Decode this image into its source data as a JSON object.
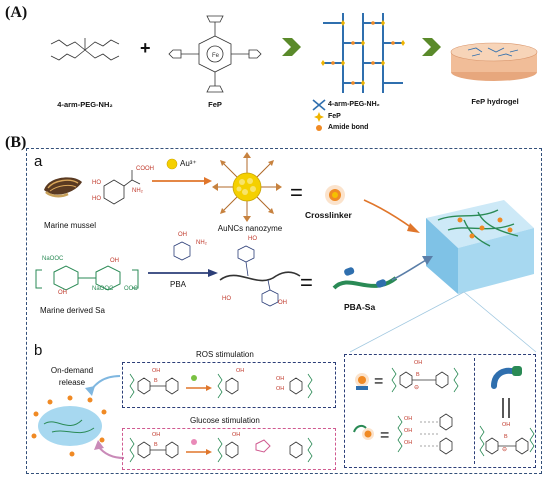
{
  "panel_a": {
    "label": "(A)",
    "plus": "+",
    "reactant1": "4-arm-PEG-NH₂",
    "reactant2": "FeP",
    "product": "FeP hydrogel",
    "legend": [
      {
        "text": "4-arm-PEG-NH₂"
      },
      {
        "text": "FeP"
      },
      {
        "text": "Amide bond"
      }
    ]
  },
  "panel_b": {
    "label": "(B)",
    "sub_a": "a",
    "sub_b": "b",
    "mussel_label": "Marine mussel",
    "dopa_groups": {
      "cooh": "COOH",
      "nh2": "NH₂",
      "ho1": "HO",
      "ho2": "HO"
    },
    "au_label": "Au³⁺",
    "nanozyme_label": "AuNCs nanozyme",
    "crosslinker_label": "Crosslinker",
    "sa_label": "Marine derived Sa",
    "sa_groups": {
      "naooc1": "NaOOC",
      "naooc2": "NaOOC",
      "oh1": "OH",
      "oh2": "OH",
      "ooc": "OOC"
    },
    "pba_reagent": "PBA",
    "pba_groups": {
      "oh": "OH",
      "nh2": "NH₂",
      "ho": "HO",
      "ho2": "HO",
      "oh2": "OH"
    },
    "pba_sa_label": "PBA-Sa",
    "equals": "=",
    "ros_label": "ROS stimulation",
    "glucose_label": "Glucose stimulation",
    "release_label_1": "On-demand",
    "release_label_2": "release",
    "bond_groups": {
      "oh": "OH",
      "b": "B",
      "minus": "⊖"
    }
  },
  "colors": {
    "chevron_green": "#5a8a2a",
    "peg_blue": "#2f6fae",
    "fep_gold": "#f0b400",
    "amide_orange": "#f08a24",
    "hydrogel_blue": "#9fd3ee",
    "gold_np": "#f5d000",
    "dashed_border": "#33507a",
    "pink_border": "#d05a90",
    "arrow_orange": "#e0762b",
    "arrow_navy": "#2c3e78",
    "chem_red": "#c0392b",
    "pba_green": "#2a8a55"
  },
  "icons": {
    "chevron": "chevron-right-icon",
    "mussel": "mussel-icon",
    "nanozyme": "nanozyme-icon",
    "hydrogel_block": "hydrogel-block-icon",
    "hydrogel_disc": "hydrogel-disc-icon"
  }
}
